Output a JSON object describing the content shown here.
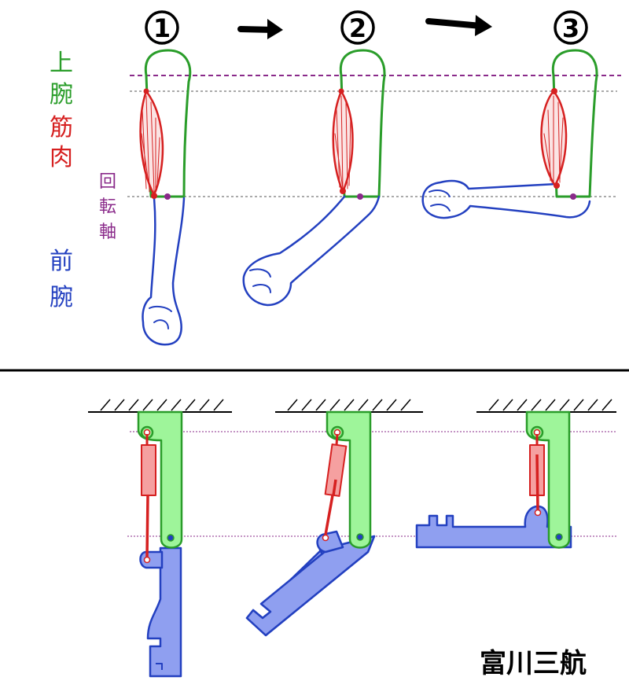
{
  "steps": [
    {
      "label": "1"
    },
    {
      "label": "2"
    },
    {
      "label": "3"
    }
  ],
  "labels": {
    "upper_arm": [
      "上",
      "腕"
    ],
    "muscle": [
      "筋",
      "肉"
    ],
    "pivot": [
      "回",
      "転",
      "軸"
    ],
    "forearm": [
      "前",
      "腕"
    ]
  },
  "credit": "富川三航",
  "colors": {
    "upper_arm": "#2a9d2a",
    "muscle": "#d62020",
    "pivot": "#8a2a8a",
    "forearm": "#2340c0",
    "upper_block_fill": "#9ef59a",
    "muscle_block_fill": "#f5a0a0",
    "forearm_block_fill": "#8f9ff0"
  },
  "icons": [
    "arrow-right-icon",
    "ceiling-hatch-icon",
    "joint-pin-icon"
  ]
}
